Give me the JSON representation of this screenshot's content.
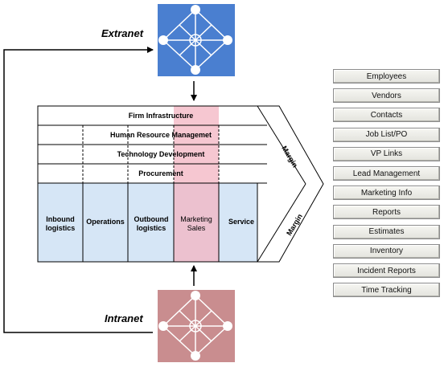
{
  "networks": {
    "extranet": {
      "label": "Extranet",
      "color": "#4a7fd0"
    },
    "intranet": {
      "label": "Intranet",
      "color": "#c98d8f"
    }
  },
  "value_chain": {
    "support_activities": [
      "Firm Infrastructure",
      "Human Resource Managemet",
      "Technology Development",
      "Procurement"
    ],
    "primary_activities": [
      "Inbound logistics",
      "Operations",
      "Outbound logistics",
      "Marketing Sales",
      "Service"
    ],
    "margin_label": "Margin",
    "highlight_color": "#f3b4c2",
    "primary_fill": "#d6e6f6"
  },
  "side_menu": {
    "items": [
      "Employees",
      "Vendors",
      "Contacts",
      "Job List/PO",
      "VP Links",
      "Lead Management",
      "Marketing Info",
      "Reports",
      "Estimates",
      "Inventory",
      "Incident Reports",
      "Time Tracking"
    ]
  }
}
